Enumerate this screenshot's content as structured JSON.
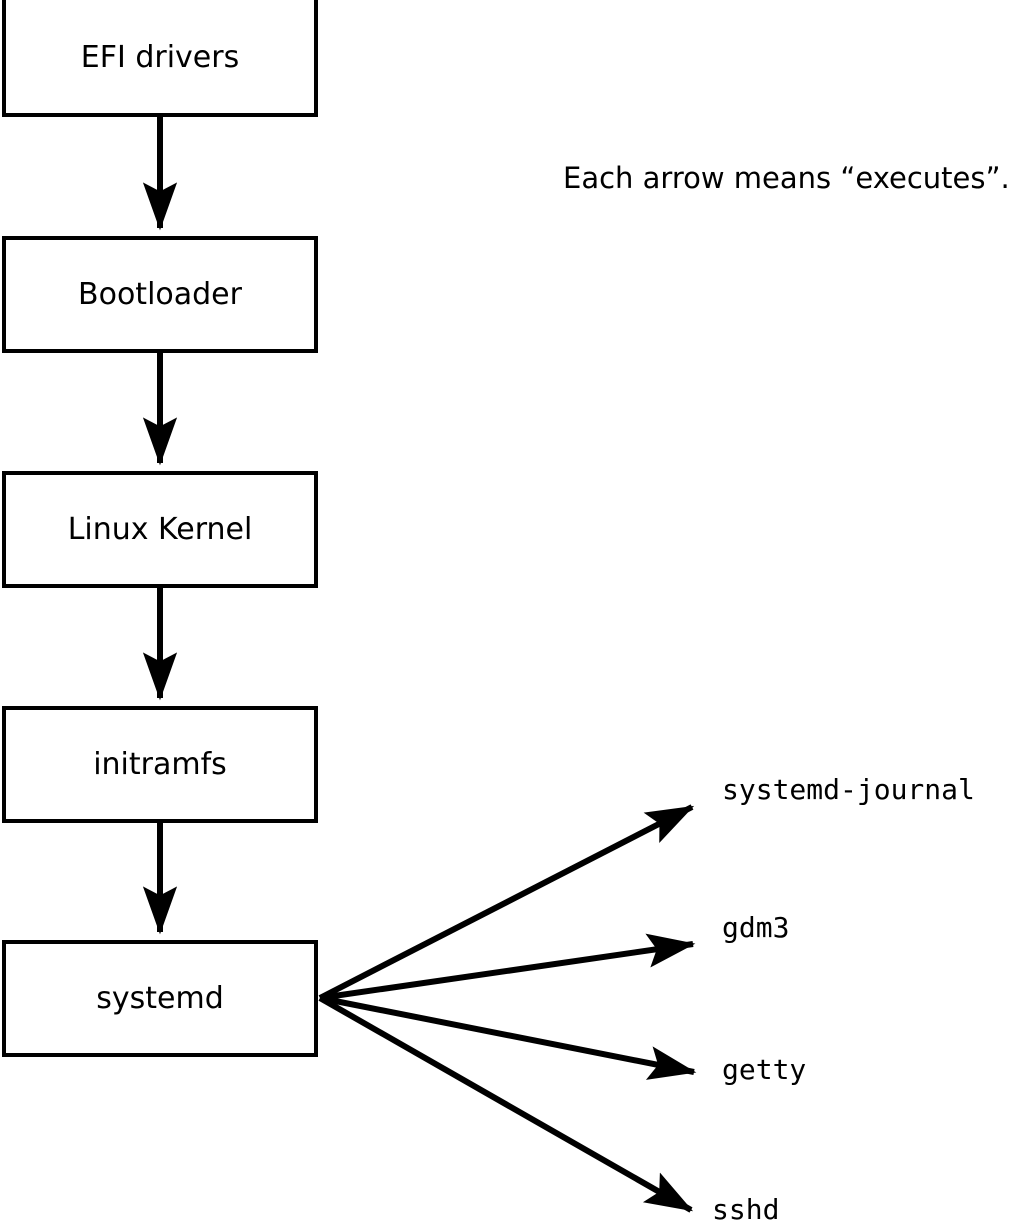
{
  "diagram": {
    "caption": "Each arrow means “executes”.",
    "boot_chain": [
      {
        "id": "efi-drivers",
        "label": "EFI drivers"
      },
      {
        "id": "bootloader",
        "label": "Bootloader"
      },
      {
        "id": "linux-kernel",
        "label": "Linux Kernel"
      },
      {
        "id": "initramfs",
        "label": "initramfs"
      },
      {
        "id": "systemd",
        "label": "systemd"
      }
    ],
    "services": [
      {
        "id": "systemd-journal",
        "label": "systemd-journal"
      },
      {
        "id": "gdm3",
        "label": "gdm3"
      },
      {
        "id": "getty",
        "label": "getty"
      },
      {
        "id": "sshd",
        "label": "sshd"
      }
    ],
    "colors": {
      "stroke": "#000000",
      "fill": "#ffffff",
      "text": "#000000"
    }
  }
}
